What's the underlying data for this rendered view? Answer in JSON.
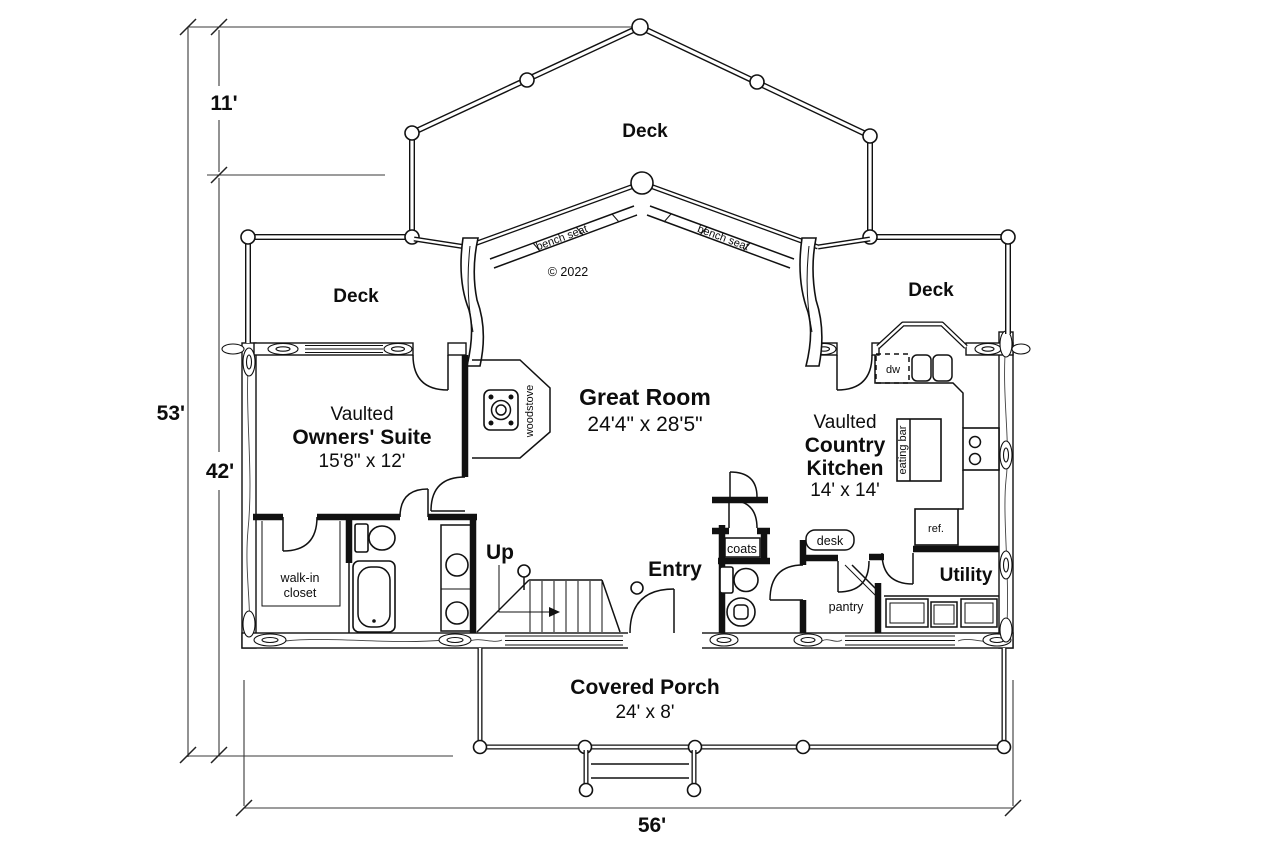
{
  "labels": {
    "deck_top": "Deck",
    "deck_left": "Deck",
    "deck_right": "Deck",
    "bench_seat_left": "bench seat",
    "bench_seat_right": "bench seat",
    "copyright": "© 2022",
    "great_room_name": "Great Room",
    "great_room_size": "24'4\" x 28'5\"",
    "owners_suite_l1": "Vaulted",
    "owners_suite_l2": "Owners' Suite",
    "owners_suite_size": "15'8\" x 12'",
    "kitchen_l1": "Vaulted",
    "kitchen_l2": "Country",
    "kitchen_l3": "Kitchen",
    "kitchen_size": "14' x 14'",
    "porch_name": "Covered Porch",
    "porch_size": "24' x 8'",
    "utility": "Utility",
    "entry": "Entry",
    "up": "Up",
    "walk_in_l1": "walk-in",
    "walk_in_l2": "closet",
    "coats": "coats",
    "desk": "desk",
    "pantry": "pantry",
    "dw": "dw",
    "ref": "ref.",
    "eating_bar": "eating bar",
    "woodstove": "woodstove"
  },
  "dimensions": {
    "deck_depth": "11'",
    "overall_depth": "53'",
    "main_depth": "42'",
    "overall_width": "56'"
  }
}
